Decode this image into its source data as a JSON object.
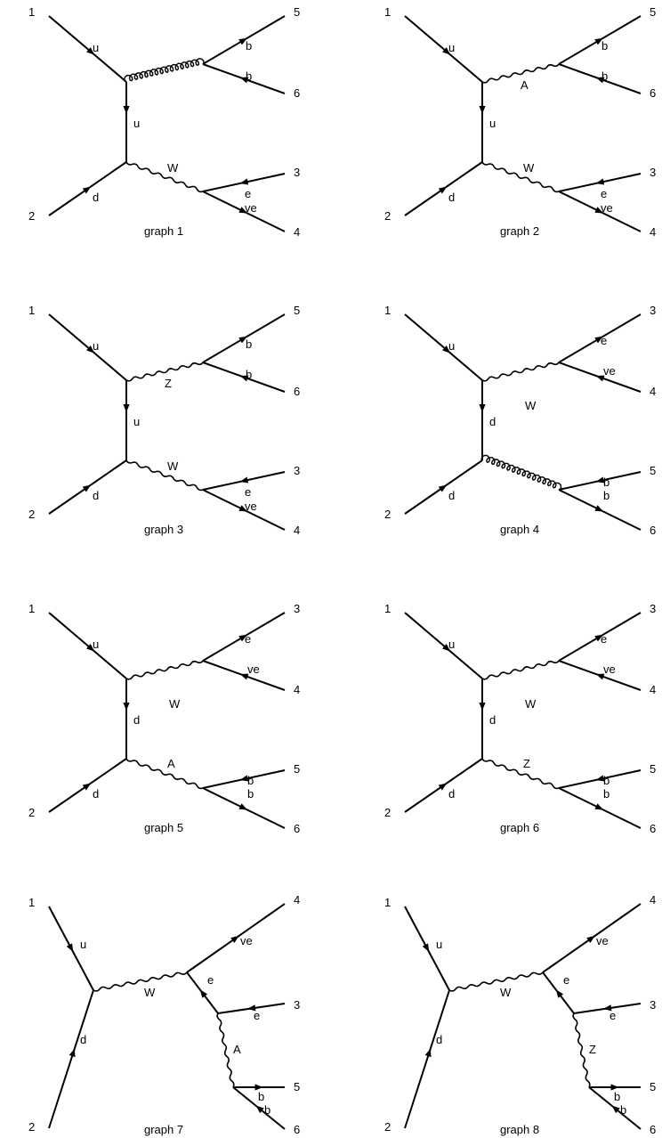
{
  "diagrams": [
    {
      "caption": "graph 1",
      "external": [
        "1",
        "2",
        "3",
        "4",
        "5",
        "6"
      ],
      "particles": [
        "u",
        "u",
        "d",
        "W",
        "e",
        "ve",
        "b",
        "b"
      ],
      "boson_top": "",
      "boson_top_kind": "gluon"
    },
    {
      "caption": "graph 2",
      "external": [
        "1",
        "2",
        "3",
        "4",
        "5",
        "6"
      ],
      "particles": [
        "u",
        "u",
        "d",
        "W",
        "e",
        "ve",
        "b",
        "b"
      ],
      "boson_top": "A",
      "boson_top_kind": "photon"
    },
    {
      "caption": "graph 3",
      "external": [
        "1",
        "2",
        "3",
        "4",
        "5",
        "6"
      ],
      "particles": [
        "u",
        "u",
        "d",
        "W",
        "e",
        "ve",
        "b",
        "b"
      ],
      "boson_top": "Z",
      "boson_top_kind": "photon"
    },
    {
      "caption": "graph 4",
      "external": [
        "1",
        "2",
        "3",
        "4",
        "5",
        "6"
      ],
      "particles": [
        "u",
        "d",
        "d",
        "W",
        "e",
        "ve",
        "b",
        "b"
      ],
      "boson_bottom_kind": "gluon"
    },
    {
      "caption": "graph 5",
      "external": [
        "1",
        "2",
        "3",
        "4",
        "5",
        "6"
      ],
      "particles": [
        "u",
        "d",
        "d",
        "W",
        "e",
        "ve",
        "b",
        "b"
      ],
      "boson_bottom": "A"
    },
    {
      "caption": "graph 6",
      "external": [
        "1",
        "2",
        "3",
        "4",
        "5",
        "6"
      ],
      "particles": [
        "u",
        "d",
        "d",
        "W",
        "e",
        "ve",
        "b",
        "b"
      ],
      "boson_bottom": "Z"
    },
    {
      "caption": "graph 7",
      "external": [
        "1",
        "2",
        "4",
        "3",
        "5",
        "6"
      ],
      "particles": [
        "u",
        "d",
        "W",
        "ve",
        "e",
        "e",
        "A",
        "b",
        "b"
      ]
    },
    {
      "caption": "graph 8",
      "external": [
        "1",
        "2",
        "4",
        "3",
        "5",
        "6"
      ],
      "particles": [
        "u",
        "d",
        "W",
        "ve",
        "e",
        "e",
        "Z",
        "b",
        "b"
      ]
    }
  ]
}
